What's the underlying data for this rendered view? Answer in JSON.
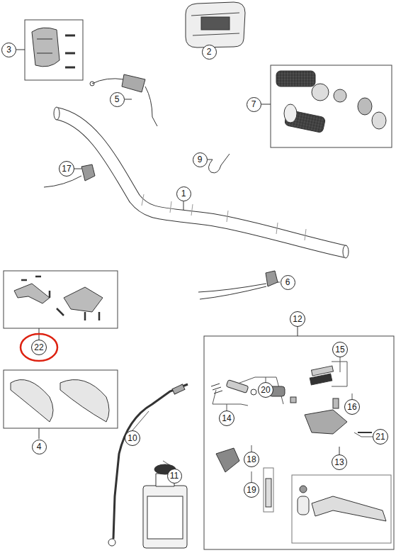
{
  "diagram": {
    "nodes": [
      {
        "text": [
          "3"
        ]
      },
      {
        "text": [
          "2"
        ]
      },
      {
        "text": [
          "5"
        ]
      },
      {
        "text": [
          "7"
        ]
      },
      {
        "text": [
          "9"
        ]
      },
      {
        "text": [
          "17"
        ]
      },
      {
        "text": [
          "1"
        ]
      },
      {
        "text": [
          "6"
        ]
      },
      {
        "text": [
          "12"
        ]
      },
      {
        "text": [
          "15"
        ]
      },
      {
        "text": [
          "22"
        ]
      },
      {
        "text": [
          "20"
        ]
      },
      {
        "text": [
          "16"
        ]
      },
      {
        "text": [
          "14"
        ]
      },
      {
        "text": [
          "21"
        ]
      },
      {
        "text": [
          "4"
        ]
      },
      {
        "text": [
          "10"
        ]
      },
      {
        "text": [
          "18"
        ]
      },
      {
        "text": [
          "13"
        ]
      },
      {
        "text": [
          "11"
        ]
      },
      {
        "text": [
          "19"
        ]
      }
    ]
  }
}
